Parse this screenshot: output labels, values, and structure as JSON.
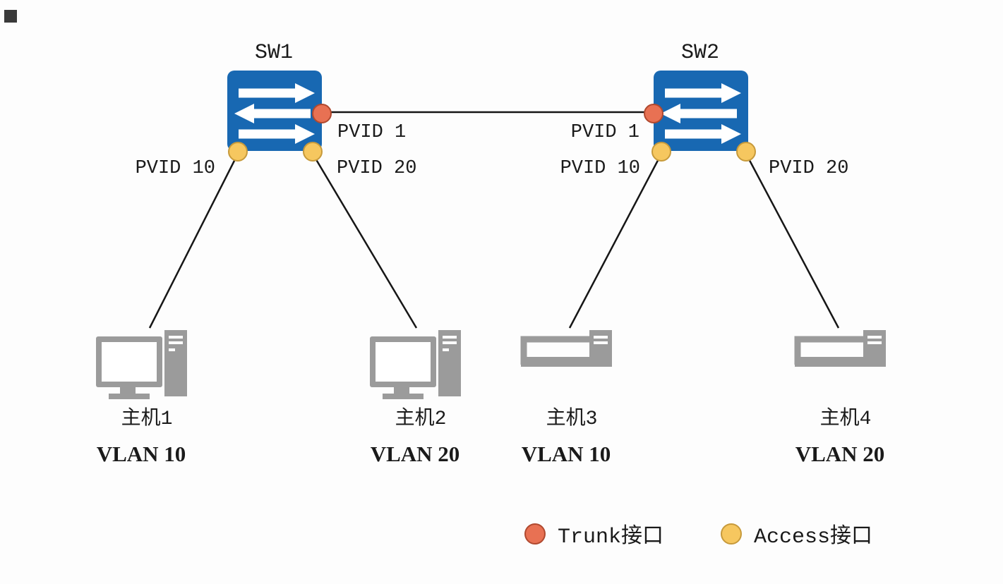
{
  "colors": {
    "switch_blue": "#1868b2",
    "trunk_port": "#e87153",
    "access_port": "#f6c75f",
    "link_line": "#161616",
    "host_gray": "#9b9b9b"
  },
  "switches": [
    {
      "name": "SW1",
      "trunk_port_label": "PVID 1",
      "access_port_labels": [
        "PVID 10",
        "PVID 20"
      ]
    },
    {
      "name": "SW2",
      "trunk_port_label": "PVID 1",
      "access_port_labels": [
        "PVID 10",
        "PVID 20"
      ]
    }
  ],
  "hosts": [
    {
      "name": "主机1",
      "vlan": "VLAN 10"
    },
    {
      "name": "主机2",
      "vlan": "VLAN 20"
    },
    {
      "name": "主机3",
      "vlan": "VLAN 10"
    },
    {
      "name": "主机4",
      "vlan": "VLAN 20"
    }
  ],
  "legend": {
    "items": [
      {
        "label": "Trunk接口",
        "color": "#e87153"
      },
      {
        "label": "Access接口",
        "color": "#f6c75f"
      }
    ]
  }
}
